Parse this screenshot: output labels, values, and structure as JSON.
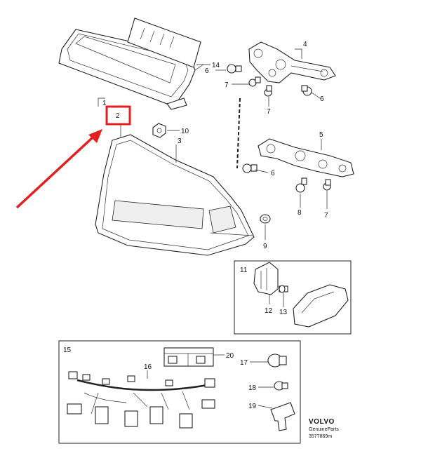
{
  "callouts": {
    "c1": "1",
    "c2": "2",
    "c3": "3",
    "c4": "4",
    "c5": "5",
    "c6a": "6",
    "c6b": "6",
    "c6c": "6",
    "c7a": "7",
    "c7b": "7",
    "c7c": "7",
    "c8": "8",
    "c9": "9",
    "c10": "10",
    "c11": "11",
    "c12": "12",
    "c13": "13",
    "c14": "14",
    "c15": "15",
    "c16": "16",
    "c17": "17",
    "c18": "18",
    "c19": "19",
    "c20": "20"
  },
  "brand": {
    "name": "VOLVO",
    "tagline": "GenuineParts",
    "diagram_number": "3577869m"
  },
  "colors": {
    "highlight": "#e32020",
    "line": "#222222",
    "lens_shade": "#d8d8d8"
  }
}
